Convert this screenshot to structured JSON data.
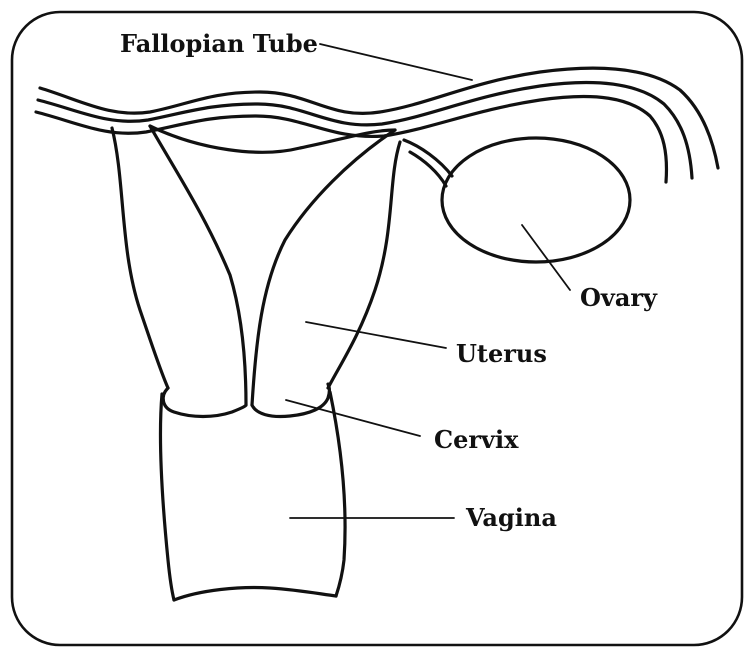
{
  "labels": {
    "fallopian_tube": "Fallopian Tube",
    "ovary": "Ovary",
    "uterus": "Uterus",
    "cervix": "Cervix",
    "vagina": "Vagina"
  }
}
